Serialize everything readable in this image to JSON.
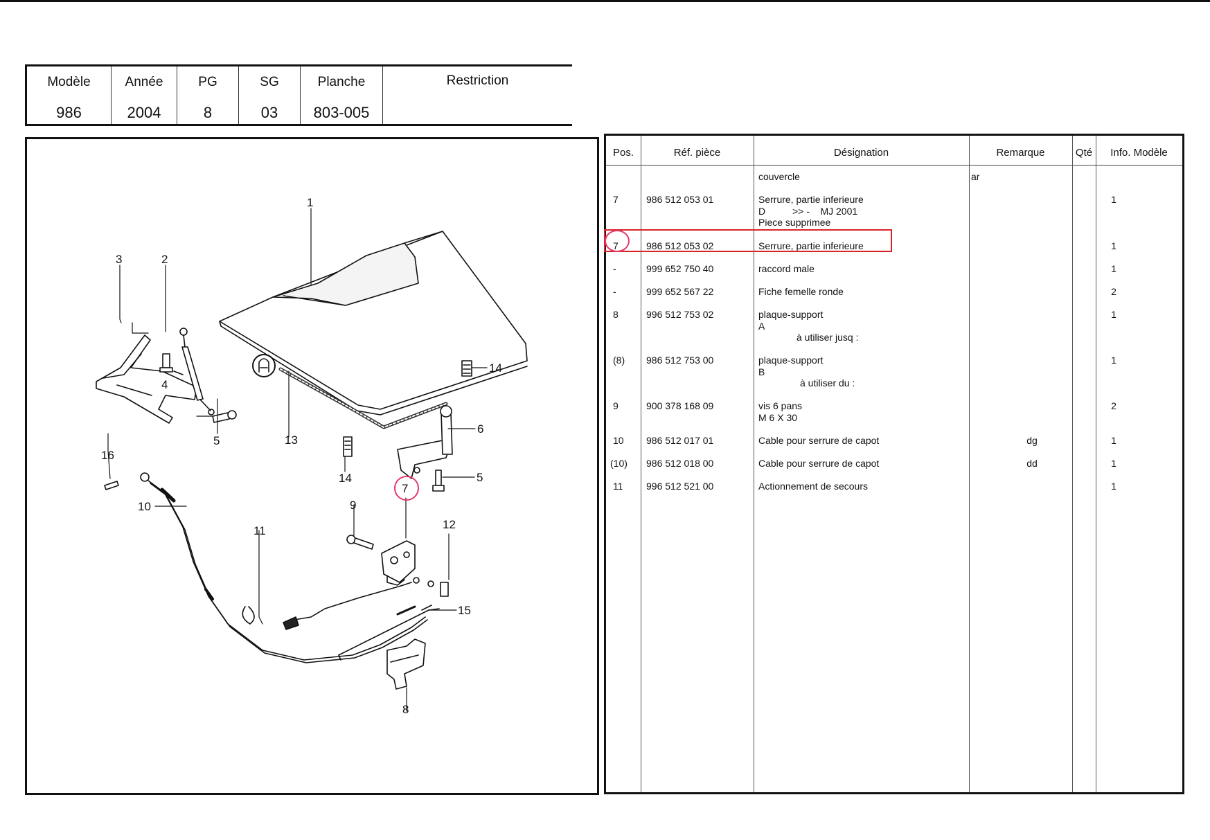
{
  "header": {
    "columns": [
      {
        "label": "Modèle",
        "value": "986"
      },
      {
        "label": "Année",
        "value": "2004"
      },
      {
        "label": "PG",
        "value": "8"
      },
      {
        "label": "SG",
        "value": "03"
      },
      {
        "label": "Planche",
        "value": "803-005"
      },
      {
        "label": "Restriction",
        "value": ""
      }
    ]
  },
  "diagram": {
    "labels": {
      "l1": "1",
      "l2": "2",
      "l3": "3",
      "l4": "4",
      "l5a": "5",
      "l5b": "5",
      "l6": "6",
      "l7": "7",
      "l8": "8",
      "l9": "9",
      "l10": "10",
      "l11": "11",
      "l12": "12",
      "l13": "13",
      "l14a": "14",
      "l14b": "14",
      "l15": "15",
      "l16": "16"
    },
    "highlight_color": "#e03a6a"
  },
  "parts": {
    "headers": {
      "pos": "Pos.",
      "ref": "Réf. pièce",
      "designation": "Désignation",
      "remarque": "Remarque",
      "qty": "Qté",
      "info": "Info. Modèle"
    },
    "rows": [
      {
        "pos": "",
        "ref": "",
        "des": [
          "couvercle"
        ],
        "rem": "ar",
        "qty": ""
      },
      {
        "pos": "7",
        "ref": "986 512 053 01",
        "des": [
          "Serrure, partie inferieure",
          "D          >> -    MJ 2001",
          "Piece supprimee"
        ],
        "rem": "",
        "qty": "1"
      },
      {
        "pos": "7",
        "ref": "986 512 053 02",
        "des": [
          "Serrure, partie inferieure"
        ],
        "rem": "",
        "qty": "1"
      },
      {
        "pos": "-",
        "ref": "999 652 750 40",
        "des": [
          "raccord male"
        ],
        "rem": "",
        "qty": "1"
      },
      {
        "pos": "-",
        "ref": "999 652 567 22",
        "des": [
          "Fiche femelle ronde"
        ],
        "rem": "",
        "qty": "2"
      },
      {
        "pos": "8",
        "ref": "996 512 753 02",
        "des": [
          "plaque-support",
          "A",
          "à utiliser jusq :"
        ],
        "rem": "",
        "qty": "1"
      },
      {
        "pos": "(8)",
        "ref": "986 512 753 00",
        "des": [
          "plaque-support",
          "B",
          "à utiliser du :"
        ],
        "rem": "",
        "qty": "1"
      },
      {
        "pos": "9",
        "ref": "900 378 168 09",
        "des": [
          "vis 6 pans",
          "M 6 X 30"
        ],
        "rem": "",
        "qty": "2"
      },
      {
        "pos": "10",
        "ref": "986 512 017 01",
        "des": [
          "Cable pour serrure de capot"
        ],
        "rem": "dg",
        "qty": "1"
      },
      {
        "pos": "(10)",
        "ref": "986 512 018 00",
        "des": [
          "Cable pour serrure de capot"
        ],
        "rem": "dd",
        "qty": "1"
      },
      {
        "pos": "11",
        "ref": "996 512 521 00",
        "des": [
          "Actionnement de secours"
        ],
        "rem": "",
        "qty": "1"
      }
    ],
    "highlight_color": "#d9242a"
  }
}
